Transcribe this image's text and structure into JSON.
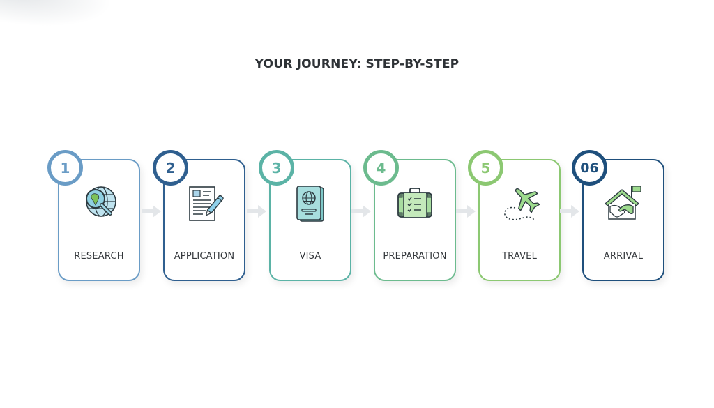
{
  "title": "YOUR JOURNEY: STEP-BY-STEP",
  "steps": [
    {
      "number": "1",
      "label": "RESEARCH",
      "icon": "globe-magnifier-icon",
      "color": "#6a9cc6"
    },
    {
      "number": "2",
      "label": "APPLICATION",
      "icon": "document-pen-icon",
      "color": "#2f5f8f"
    },
    {
      "number": "3",
      "label": "VISA",
      "icon": "passport-icon",
      "color": "#5bb3a6"
    },
    {
      "number": "4",
      "label": "PREPARATION",
      "icon": "suitcase-checklist-icon",
      "color": "#6cbb8e"
    },
    {
      "number": "5",
      "label": "TRAVEL",
      "icon": "airplane-icon",
      "color": "#8cc872"
    },
    {
      "number": "06",
      "label": "ARRIVAL",
      "icon": "house-handshake-icon",
      "color": "#1e4f7c"
    }
  ],
  "arrow_color": "#e3e6e9"
}
